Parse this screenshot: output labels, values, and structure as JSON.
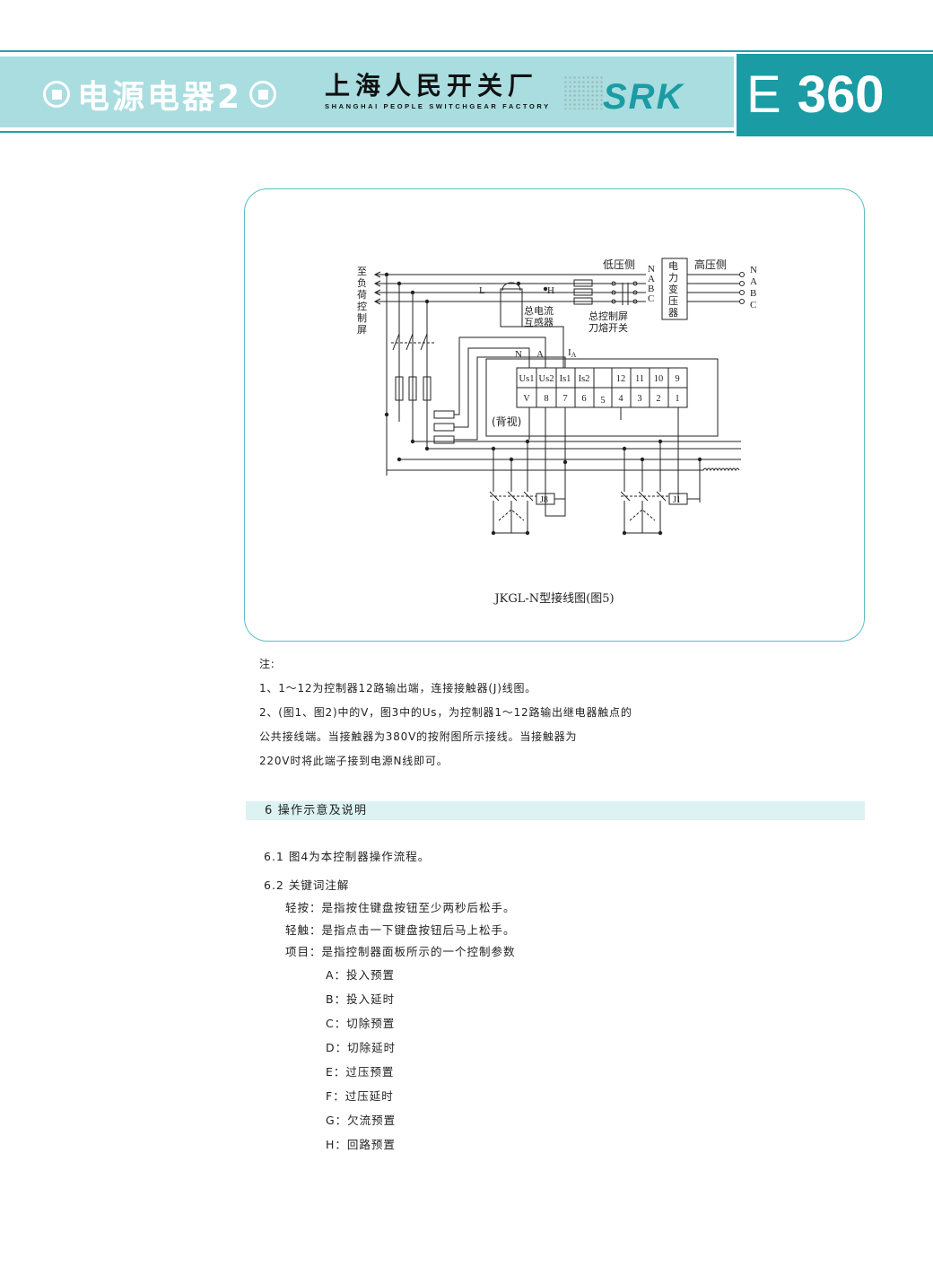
{
  "header": {
    "series_title": "电源电器2",
    "brand_cn": "上海人民开关厂",
    "brand_en": "SHANGHAI PEOPLE SWITCHGEAR FACTORY",
    "logo": "SRK",
    "page_letter": "E",
    "page_number": "360",
    "colors": {
      "accent": "#1b9ba3",
      "band": "#a9dde0",
      "section_bar": "#dcf2f3"
    }
  },
  "diagram": {
    "caption": "JKGL-N型接线图(图5)",
    "labels": {
      "to_load_screen": [
        "至",
        "负",
        "荷",
        "控",
        "制",
        "屏"
      ],
      "low_side": "低压侧",
      "high_side": "高压侧",
      "transformer": [
        "电",
        "力",
        "变",
        "压",
        "器"
      ],
      "phases_left": [
        "N",
        "A",
        "B",
        "C"
      ],
      "phases_right": [
        "N",
        "A",
        "B",
        "C"
      ],
      "L": "L",
      "H": "H",
      "ct": [
        "总电流",
        "互感器"
      ],
      "switch": [
        "总控制屏",
        "刀熔开关"
      ],
      "N": "N",
      "A": "A",
      "IA": "I",
      "IA_sub": "A",
      "back_view": "(背视)",
      "term_top": [
        "Us1",
        "Us2",
        "Is1",
        "Is2",
        "",
        "12",
        "11",
        "10",
        "9"
      ],
      "term_bot": [
        "V",
        "8",
        "7",
        "6",
        "5",
        "4",
        "3",
        "2",
        "1"
      ],
      "J8": "J8",
      "J1": "J1"
    }
  },
  "notes": {
    "heading": "注:",
    "lines": [
      "1、1～12为控制器12路输出端，连接接触器(J)线图。",
      "2、(图1、图2)中的V，图3中的Us，为控制器1～12路输出继电器触点的",
      "公共接线端。当接触器为380V的按附图所示接线。当接触器为",
      "220V时将此端子接到电源N线即可。"
    ]
  },
  "section": {
    "title": "6  操作示意及说明",
    "items": [
      "6.1  图4为本控制器操作流程。",
      "6.2  关键词注解"
    ],
    "definitions": [
      "轻按：是指按住键盘按钮至少两秒后松手。",
      "轻触：是指点击一下键盘按钮后马上松手。",
      "项目：是指控制器面板所示的一个控制参数"
    ],
    "params": [
      "A：投入预置",
      "B：投入延时",
      "C：切除预置",
      "D：切除延时",
      "E：过压预置",
      "F：过压延时",
      "G：欠流预置",
      "H：回路预置"
    ]
  }
}
